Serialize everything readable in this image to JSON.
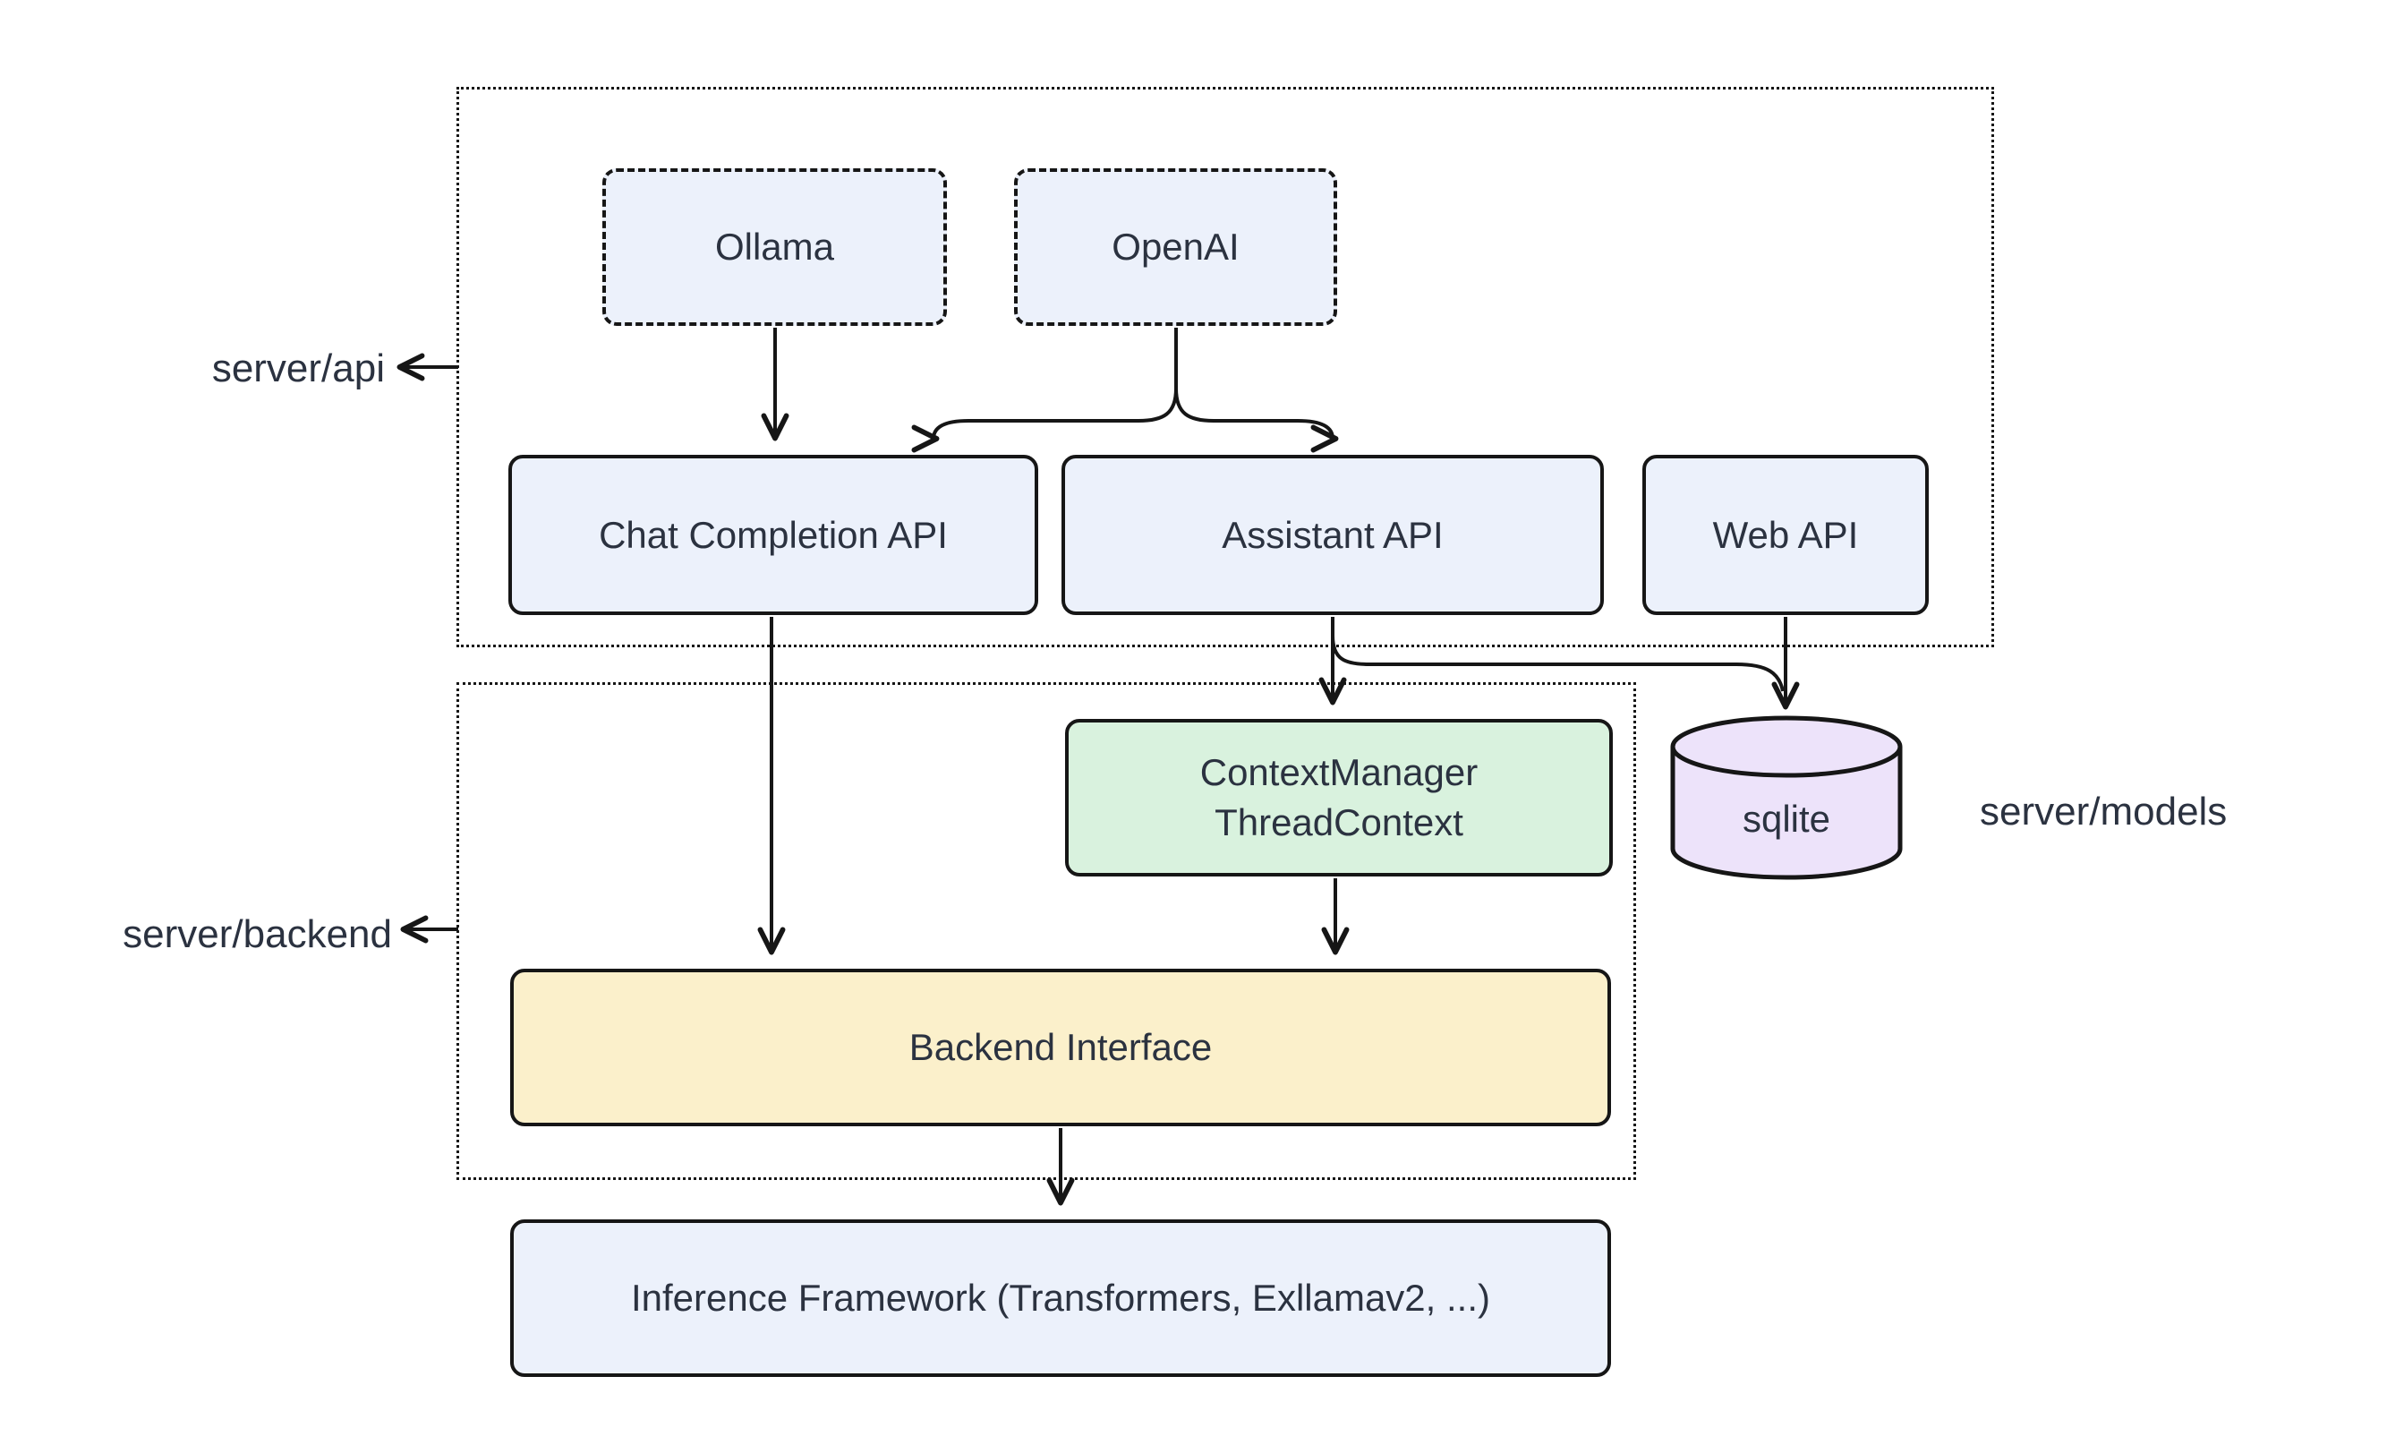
{
  "diagram": {
    "containers": {
      "api": {
        "label": "server/api"
      },
      "backend": {
        "label": "server/backend"
      },
      "models": {
        "label": "server/models"
      }
    },
    "nodes": {
      "ollama": {
        "label": "Ollama"
      },
      "openai": {
        "label": "OpenAI"
      },
      "chat_completion_api": {
        "label": "Chat Completion API"
      },
      "assistant_api": {
        "label": "Assistant API"
      },
      "web_api": {
        "label": "Web API"
      },
      "context_manager": {
        "line1": "ContextManager",
        "line2": "ThreadContext"
      },
      "sqlite": {
        "label": "sqlite"
      },
      "backend_interface": {
        "label": "Backend Interface"
      },
      "inference_framework": {
        "label": "Inference Framework (Transformers, Exllamav2, ...)"
      }
    },
    "edges": [
      {
        "from": "Ollama",
        "to": "Chat Completion API"
      },
      {
        "from": "OpenAI",
        "to": "Chat Completion API"
      },
      {
        "from": "OpenAI",
        "to": "Assistant API"
      },
      {
        "from": "Chat Completion API",
        "to": "Backend Interface"
      },
      {
        "from": "Assistant API",
        "to": "ContextManager ThreadContext"
      },
      {
        "from": "Assistant API",
        "to": "sqlite"
      },
      {
        "from": "Web API",
        "to": "sqlite"
      },
      {
        "from": "ContextManager ThreadContext",
        "to": "Backend Interface"
      },
      {
        "from": "Backend Interface",
        "to": "Inference Framework (Transformers, Exllamav2, ...)"
      }
    ],
    "colors": {
      "node_blue": "#ecf1fb",
      "node_green": "#d9f2de",
      "node_yellow": "#fbf0cb",
      "node_purple": "#ede3fa",
      "line": "#161616",
      "text": "#2b3240",
      "background": "#ffffff"
    }
  }
}
